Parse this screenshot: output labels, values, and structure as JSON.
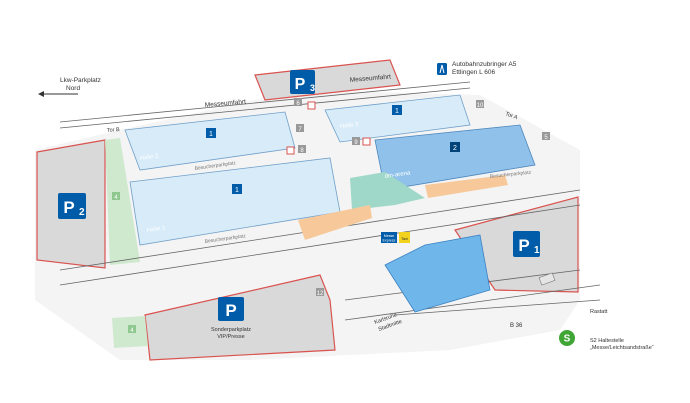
{
  "labels": {
    "lkw_parkplatz": [
      "Lkw-Parkplatz",
      "Nord"
    ],
    "autobahn": [
      "Autobahnzubringer A5",
      "Ettlingen L 606"
    ],
    "messeumfahrt_top": "Messeumfahrt",
    "messeumfahrt_mid": "Messeumfahrt",
    "tor_b": "Tor B",
    "tor_a": "Tor A",
    "halle_2": "Halle 2",
    "halle_1": "Halle 1",
    "halle_3": "Halle 3",
    "dm_arena": "dm-arena",
    "besucherparkplatz": "Besucherparkplatz",
    "messe_express": [
      "Messe",
      "Express"
    ],
    "taxi": "Taxi",
    "sonderparkplatz": [
      "Sonderparkplatz",
      "VIP/Presse"
    ],
    "karlsruhe": [
      "Karlsruhe",
      "Stadtmitte"
    ],
    "b36": "B 36",
    "rastatt": "Rastatt",
    "s2": [
      "S2 Haltestelle",
      "„Messe/Leichtsandstraße“"
    ],
    "s_symbol": "S"
  },
  "parking_signs": {
    "p1": {
      "letter": "P",
      "sub": "1"
    },
    "p2": {
      "letter": "P",
      "sub": "2"
    },
    "p3": {
      "letter": "P",
      "sub": "3"
    },
    "p_vip": {
      "letter": "P",
      "sub": ""
    }
  },
  "hall_badges": [
    "1",
    "1",
    "1",
    "2"
  ],
  "gates": [
    "6",
    "7",
    "8",
    "9",
    "10",
    "4",
    "5",
    "12",
    "4"
  ],
  "colors": {
    "hall": "#d7ebf8",
    "hall_dark": "#a9d0ee",
    "dm_arena": "#8fc1ea",
    "parking": "#d9d9d9",
    "parking_border": "#d9534f",
    "road": "#f2f2f2",
    "green": "#cfe9cf",
    "teal": "#9fd8c8",
    "orange": "#f7c99a",
    "water": "#6fb6ea",
    "sign_blue": "#005ca9",
    "taxi": "#f2d21d"
  }
}
